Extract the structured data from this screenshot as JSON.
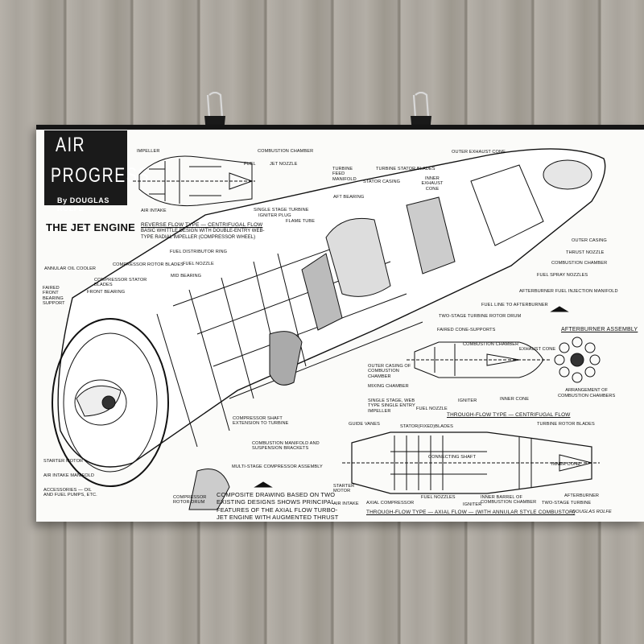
{
  "poster": {
    "masthead_line1": "AIR",
    "masthead_line2": "PROGRESS",
    "byline": "By DOUGLAS ROLFE",
    "title": "THE JET ENGINE",
    "signature": "DOUGLAS ROLFE"
  },
  "diagram_reverse": {
    "caption": "REVERSE FLOW TYPE — CENTRIFUGAL FLOW",
    "description": "BASIC WHITTLE DESIGN WITH DOUBLE-ENTRY WEB-\nTYPE RADIAL IMPELLER (COMPRESSOR WHEEL)",
    "labels": [
      "IMPELLER",
      "COMBUSTION CHAMBER",
      "FUEL",
      "JET NOZZLE",
      "AIR INTAKE",
      "SINGLE STAGE TURBINE"
    ]
  },
  "cutaway": {
    "labels": [
      "IGNITER PLUG",
      "FLAME TUBE",
      "FUEL DISTRIBUTOR RING",
      "FUEL NOZZLE",
      "ANNULAR OIL COOLER",
      "COMPRESSOR ROTOR BLADES",
      "MID BEARING",
      "COMPRESSOR STATOR BLADES",
      "FAIRED FRONT BEARING SUPPORT",
      "FRONT BEARING",
      "TURBINE FEED MANIFOLD",
      "TURBINE STATOR BLADES",
      "STATOR CASING",
      "INNER EXHAUST CONE",
      "OUTER EXHAUST CONE",
      "AFT BEARING",
      "OUTER CASING",
      "THRUST NOZZLE",
      "COMBUSTION CHAMBER",
      "FUEL SPRAY NOZZLES",
      "AFTERBURNER FUEL INJECTION MANIFOLD",
      "FUEL LINE TO AFTERBURNER",
      "TWO-STAGE TURBINE ROTOR DRUM",
      "FAIRED CONE-SUPPORTS",
      "COMPRESSOR SHAFT EXTENSION TO TURBINE",
      "COMBUSTION MANIFOLD AND SUSPENSION BRACKETS",
      "MULTI-STAGE COMPRESSOR ASSEMBLY",
      "STARTER MOTOR",
      "AIR INTAKE MANIFOLD",
      "ACCESSORIES — OIL AND FUEL PUMPS, ETC.",
      "COMPRESSOR ROTOR DRUM"
    ],
    "note": "COMPOSITE DRAWING BASED ON TWO\nEXISTING DESIGNS SHOWS PRINCIPAL\nFEATURES OF THE AXIAL FLOW TURBO-\nJET ENGINE WITH AUGMENTED THRUST"
  },
  "afterburner": {
    "caption": "AFTERBURNER ASSEMBLY",
    "arrangement": "ARRANGEMENT OF\nCOMBUSTION CHAMBERS"
  },
  "diagram_centrifugal": {
    "caption": "THROUGH-FLOW TYPE — CENTRIFUGAL FLOW",
    "labels": [
      "COMBUSTION CHAMBER",
      "EXHAUST CONE",
      "OUTER CASING OF COMBUSTION CHAMBER",
      "MIXING CHAMBER",
      "SINGLE STAGE, WEB TYPE SINGLE ENTRY IMPELLER",
      "FUEL NOZZLE",
      "IGNITER",
      "INNER CONE"
    ]
  },
  "diagram_axial": {
    "caption": "THROUGH-FLOW TYPE — AXIAL FLOW — (WITH ANNULAR STYLE COMBUSTOR)",
    "labels": [
      "GUIDE VANES",
      "STATOR(FIXED)BLADES",
      "TURBINE ROTOR BLADES",
      "CONNECTING SHAFT",
      "INNER CONE",
      "STARTER MOTOR",
      "AIR INTAKE",
      "AXIAL COMPRESSOR",
      "FUEL NOZZLES",
      "IGNITER",
      "INNER BARREL OF COMBUSTION CHAMBER",
      "TWO-STAGE TURBINE",
      "AFTERBURNER"
    ]
  }
}
